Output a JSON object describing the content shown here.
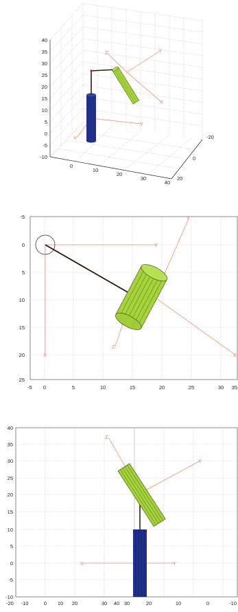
{
  "panels": [
    {
      "view": "3d",
      "z_ticks": [
        "40",
        "35",
        "30",
        "25",
        "20",
        "15",
        "10",
        "5",
        "0",
        "-5",
        "-10"
      ],
      "x_ticks": [
        "0",
        "10",
        "20",
        "30",
        "40"
      ],
      "y_ticks": [
        "-20",
        "0",
        "20"
      ],
      "axis_labels": {
        "z1": "Z",
        "y1": "Y",
        "x1": "X",
        "y2": "Y",
        "x2": "X"
      }
    },
    {
      "view": "top",
      "y_ticks": [
        "-5",
        "0",
        "5",
        "10",
        "15",
        "20",
        "25"
      ],
      "x_ticks": [
        "-5",
        "0",
        "5",
        "10",
        "15",
        "20",
        "25",
        "30",
        "35"
      ],
      "axis_labels": {
        "y_top": "Y",
        "y_mid": "Y",
        "x_right": "X",
        "x_down": "X",
        "z": "Z"
      }
    },
    {
      "view": "side",
      "y_ticks": [
        "40",
        "35",
        "30",
        "25",
        "20",
        "15",
        "10",
        "5",
        "0",
        "-5",
        "-10"
      ],
      "x_ticks": [
        "-20",
        "-10",
        "0",
        "10",
        "20",
        "30",
        "40",
        "30",
        "20",
        "10",
        "0",
        "-10"
      ],
      "axis_labels": {
        "z": "Z",
        "y_up": "Y",
        "x_left": "X",
        "y_right": "Y"
      }
    }
  ],
  "colors": {
    "base_cylinder": "#1f2f8a",
    "arm_cylinder": "#a6d23c",
    "coord_axes": "#f4a48a",
    "link": "#3a1a10"
  }
}
